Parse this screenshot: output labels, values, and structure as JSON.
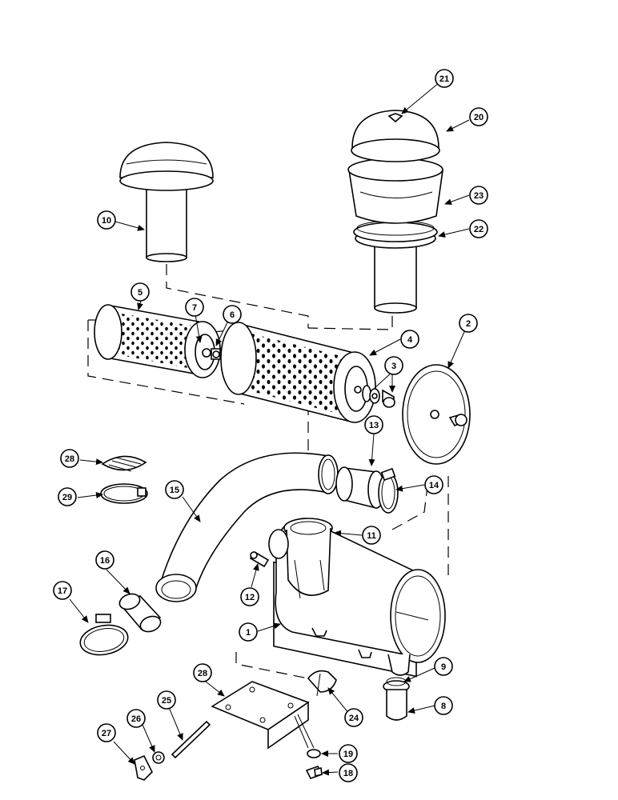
{
  "diagram": {
    "callouts": {
      "c1": "1",
      "c2": "2",
      "c3": "3",
      "c4": "4",
      "c5": "5",
      "c6": "6",
      "c7": "7",
      "c8": "8",
      "c9": "9",
      "c10": "10",
      "c11": "11",
      "c12": "12",
      "c13": "13",
      "c14": "14",
      "c15": "15",
      "c16": "16",
      "c17": "17",
      "c18": "18",
      "c19": "19",
      "c20": "20",
      "c21": "21",
      "c22": "22",
      "c23": "23",
      "c24": "24",
      "c25": "25",
      "c26": "26",
      "c27": "27",
      "c28a": "28",
      "c28b": "28",
      "c29": "29"
    }
  }
}
